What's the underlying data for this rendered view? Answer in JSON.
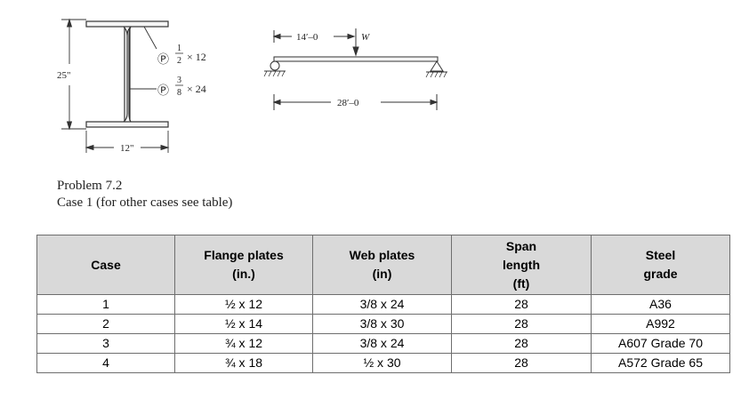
{
  "figure": {
    "cross_section": {
      "flange_plate": {
        "thickness": "1/2",
        "width": "12"
      },
      "web_plate": {
        "thickness": "3/8",
        "depth": "24"
      },
      "depth_label": "25\"",
      "width_label": "12\""
    },
    "beam": {
      "load_position_label": "14′–0",
      "load_label": "W",
      "span_label": "28′–0"
    }
  },
  "caption": {
    "problem": "Problem 7.2",
    "case_note": "Case 1 (for other cases see table)"
  },
  "table": {
    "headers": [
      [
        "Case"
      ],
      [
        "Flange plates",
        "(in.)"
      ],
      [
        "Web plates",
        "(in)"
      ],
      [
        "Span",
        "length",
        "(ft)"
      ],
      [
        "Steel",
        "grade"
      ]
    ],
    "rows": [
      [
        "1",
        "½ x 12",
        "3/8 x 24",
        "28",
        "A36"
      ],
      [
        "2",
        "½ x 14",
        "3/8 x 30",
        "28",
        "A992"
      ],
      [
        "3",
        "¾ x 12",
        "3/8 x 24",
        "28",
        "A607 Grade 70"
      ],
      [
        "4",
        "¾ x 18",
        "½ x 30",
        "28",
        "A572 Grade 65"
      ]
    ]
  }
}
